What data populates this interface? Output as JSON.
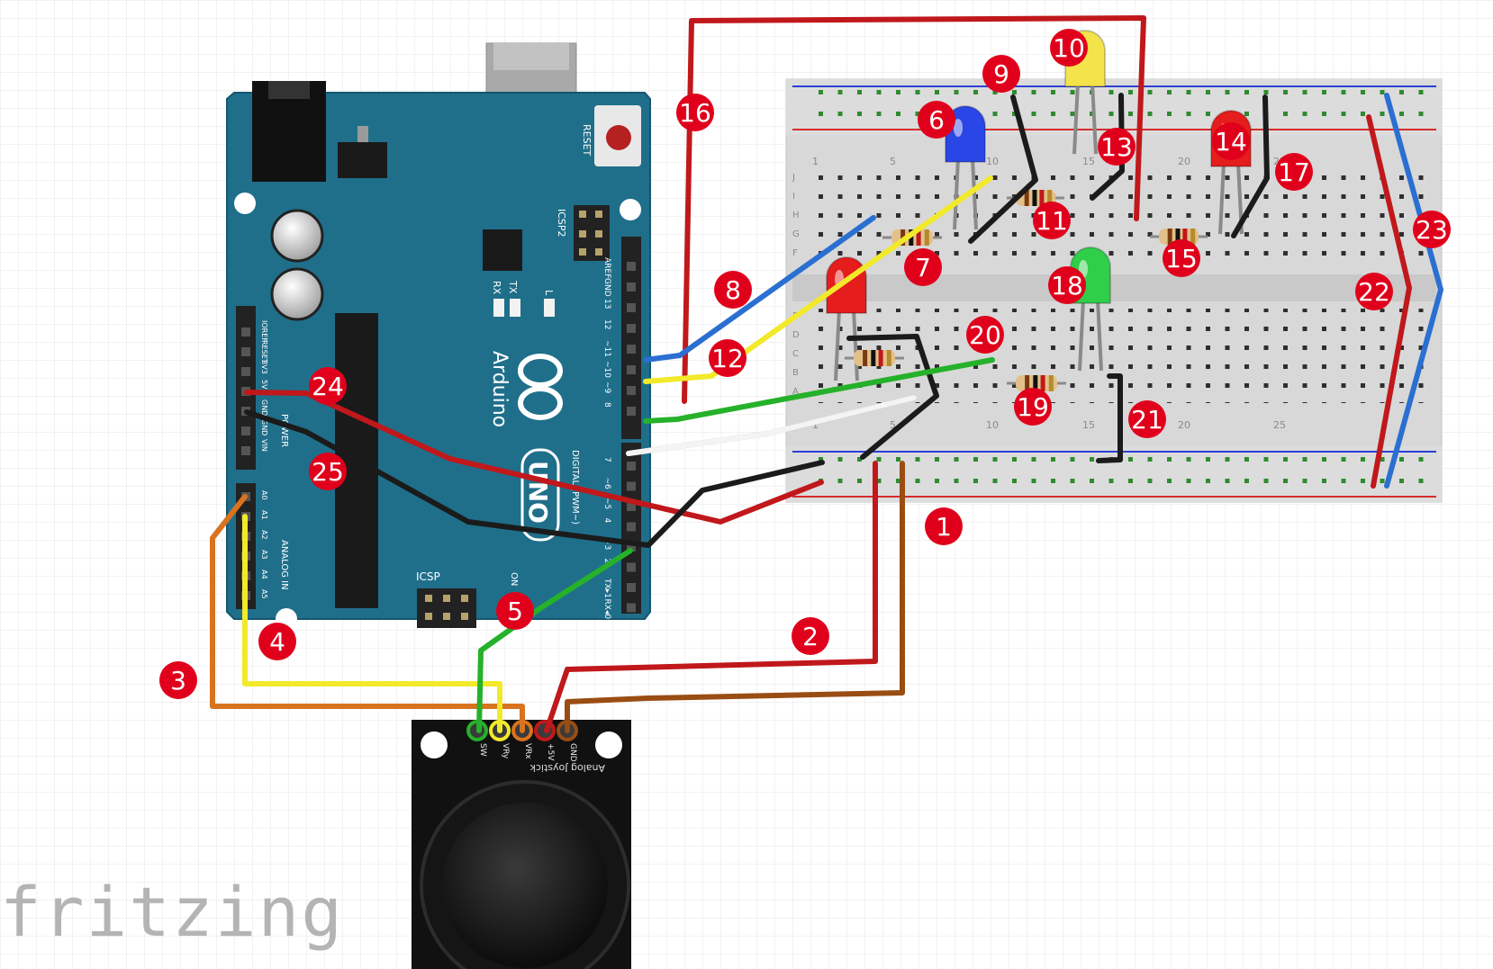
{
  "watermark": "fritzing",
  "arduino": {
    "reset": "RESET",
    "icsp2": "ICSP2",
    "icsp": "ICSP",
    "brand": "Arduino",
    "model": "UNO",
    "tx": "TX",
    "rx": "RX",
    "l": "L",
    "on": "ON",
    "digital": "DIGITAL (PWM~)",
    "power": "POWER",
    "analog": "ANALOG IN",
    "digital_pins": [
      "AREF",
      "GND",
      "13",
      "12",
      "~11",
      "~10",
      "~9",
      "8",
      "7",
      "~6",
      "~5",
      "4",
      "~3",
      "2",
      "TX▸1",
      "RX◂0"
    ],
    "power_pins": [
      "IOREF",
      "RESET",
      "3V3",
      "5V",
      "GND",
      "GND",
      "VIN"
    ],
    "analog_pins": [
      "A0",
      "A1",
      "A2",
      "A3",
      "A4",
      "A5"
    ]
  },
  "joystick": {
    "title": "Analog Joystick",
    "pins": [
      "SW",
      "VRy",
      "VRx",
      "+5V",
      "GND"
    ]
  },
  "breadboard": {
    "col_numbers": [
      "1",
      "5",
      "10",
      "15",
      "20",
      "25"
    ],
    "row_letters": [
      "J",
      "I",
      "H",
      "G",
      "F",
      "E",
      "D",
      "C",
      "B",
      "A"
    ]
  },
  "colors": {
    "board": "#1f6f8b",
    "wire_red": "#c0181b",
    "wire_black": "#1b1b1b",
    "wire_blue": "#2a6fd1",
    "wire_yellow": "#f2e92a",
    "wire_green": "#25b12a",
    "wire_orange": "#d8731f",
    "wire_brown": "#9a4d13",
    "badge": "#e0001b"
  },
  "markers": [
    "1",
    "2",
    "3",
    "4",
    "5",
    "6",
    "7",
    "8",
    "9",
    "10",
    "11",
    "12",
    "13",
    "14",
    "15",
    "16",
    "17",
    "18",
    "19",
    "20",
    "21",
    "22",
    "23",
    "24",
    "25"
  ]
}
